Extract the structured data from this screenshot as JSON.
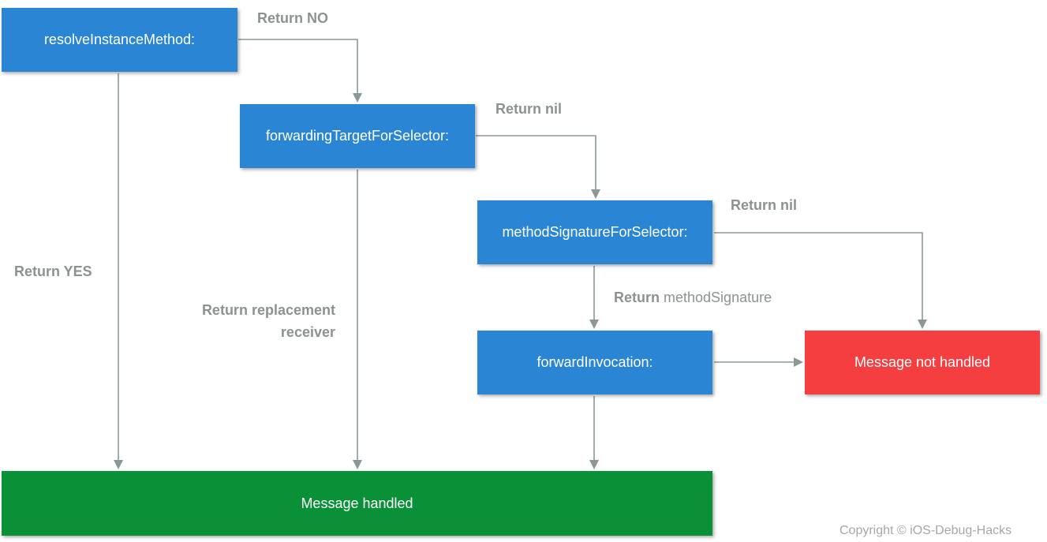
{
  "colors": {
    "process_box": "#2a86d5",
    "handled_box": "#0a9138",
    "not_handled_box": "#f43e3f",
    "connector": "#8c9898",
    "label_text": "#8c9292"
  },
  "nodes": {
    "resolve": "resolveInstanceMethod:",
    "forwarding_target": "forwardingTargetForSelector:",
    "method_signature": "methodSignatureForSelector:",
    "forward_invocation": "forwardInvocation:",
    "handled": "Message handled",
    "not_handled": "Message not handled"
  },
  "edge_labels": {
    "resolve_no": "Return NO",
    "resolve_yes": "Return YES",
    "target_nil": "Return nil",
    "target_replacement_line1": "Return replacement",
    "target_replacement_line2": "receiver",
    "signature_nil": "Return nil",
    "signature_return_bold": "Return",
    "signature_return_rest": "methodSignature"
  },
  "footer": {
    "copyright": "Copyright © iOS-Debug-Hacks"
  }
}
